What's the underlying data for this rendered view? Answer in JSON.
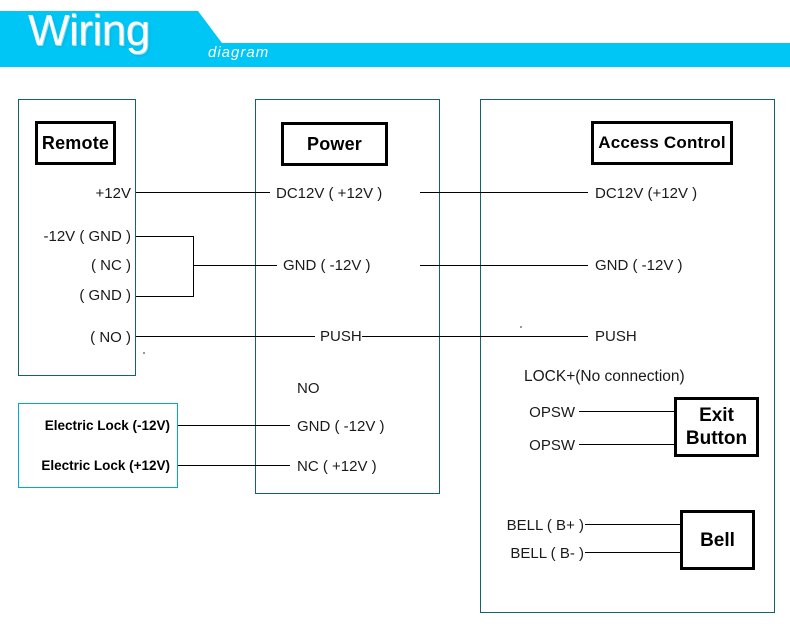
{
  "header": {
    "title": "Wiring",
    "subtitle": "diagram",
    "banner_color": "#00c6f5"
  },
  "columns": {
    "remote": {
      "title": "Remote",
      "terminals": [
        {
          "label": "+12V"
        },
        {
          "label": "-12V ( GND )"
        },
        {
          "label": "( NC )"
        },
        {
          "label": "( GND )"
        },
        {
          "label": "( NO )"
        }
      ]
    },
    "power": {
      "title": "Power",
      "terminals": [
        {
          "label": "DC12V ( +12V )"
        },
        {
          "label": "GND ( -12V )"
        },
        {
          "label": "PUSH"
        },
        {
          "label": "NO"
        },
        {
          "label": "GND ( -12V )"
        },
        {
          "label": "NC ( +12V )"
        }
      ]
    },
    "access_control": {
      "title": "Access Control",
      "terminals": [
        {
          "label": "DC12V (+12V )"
        },
        {
          "label": "GND ( -12V )"
        },
        {
          "label": "PUSH"
        },
        {
          "label": "LOCK+(No connection)"
        },
        {
          "label": "OPSW"
        },
        {
          "label": "OPSW"
        },
        {
          "label": "BELL ( B+ )"
        },
        {
          "label": "BELL ( B- )"
        }
      ]
    }
  },
  "accessories": {
    "electric_lock": [
      {
        "label": "Electric Lock (-12V)"
      },
      {
        "label": "Electric Lock (+12V)"
      }
    ],
    "exit_button": {
      "line1": "Exit",
      "line2": "Button"
    },
    "bell": {
      "line1": "Bell"
    }
  },
  "colors": {
    "banner": "#00c6f5",
    "column_border": "#14626e",
    "accessory_border": "#00a9dd",
    "wire": "#000000",
    "text": "#1a1a1a"
  }
}
